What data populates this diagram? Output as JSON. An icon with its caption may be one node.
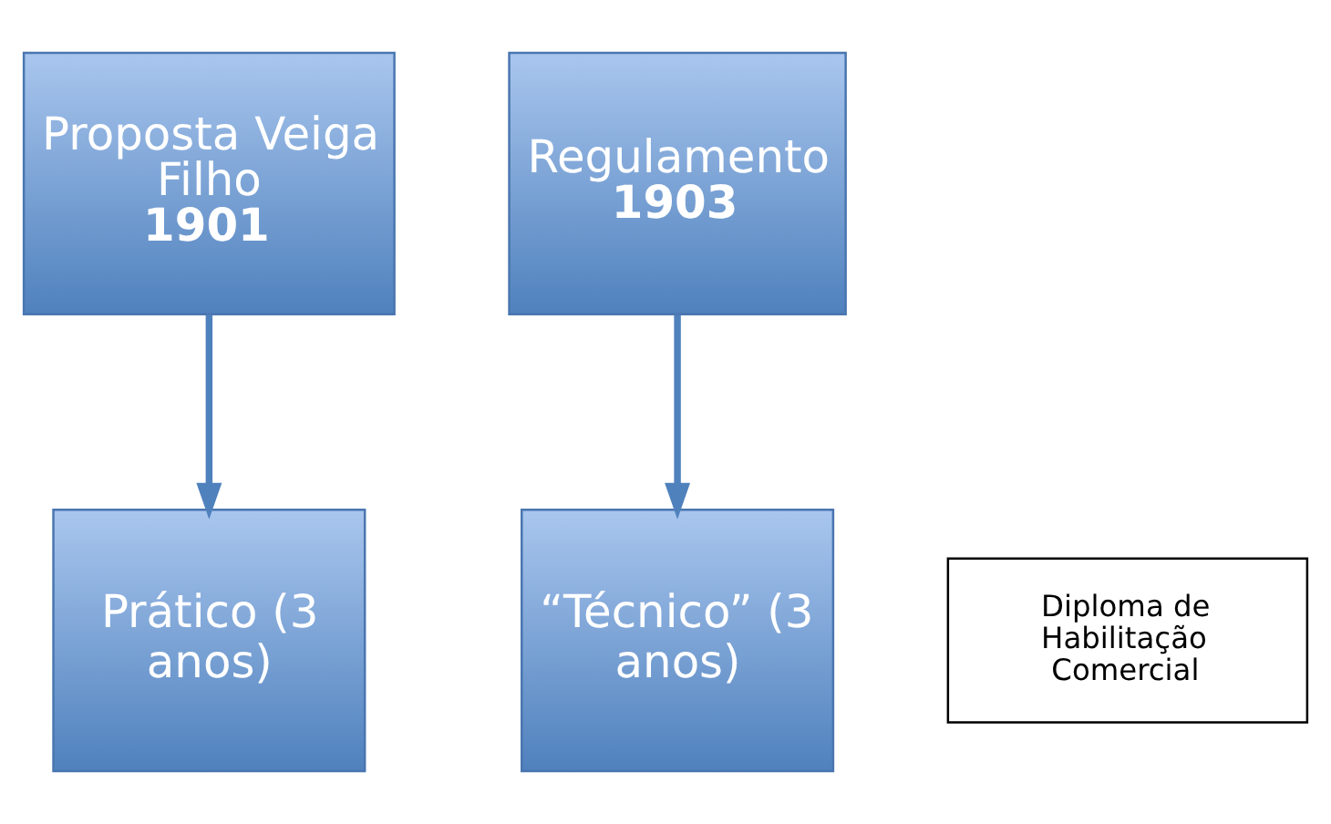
{
  "diagram": {
    "nodes": [
      {
        "text": [
          "Proposta Veiga Filho",
          "1901"
        ]
      },
      {
        "text": [
          "Regulamento",
          "1903"
        ]
      },
      {
        "text": [
          "Prático (3 anos)"
        ]
      },
      {
        "text": [
          "“Técnico” (3 anos)"
        ]
      },
      {
        "text": [
          "Diploma de Habilitação Comercial"
        ]
      }
    ],
    "edges": [
      {
        "from": 0,
        "to": 2,
        "arrow": "to"
      },
      {
        "from": 1,
        "to": 3,
        "arrow": "to"
      }
    ]
  }
}
